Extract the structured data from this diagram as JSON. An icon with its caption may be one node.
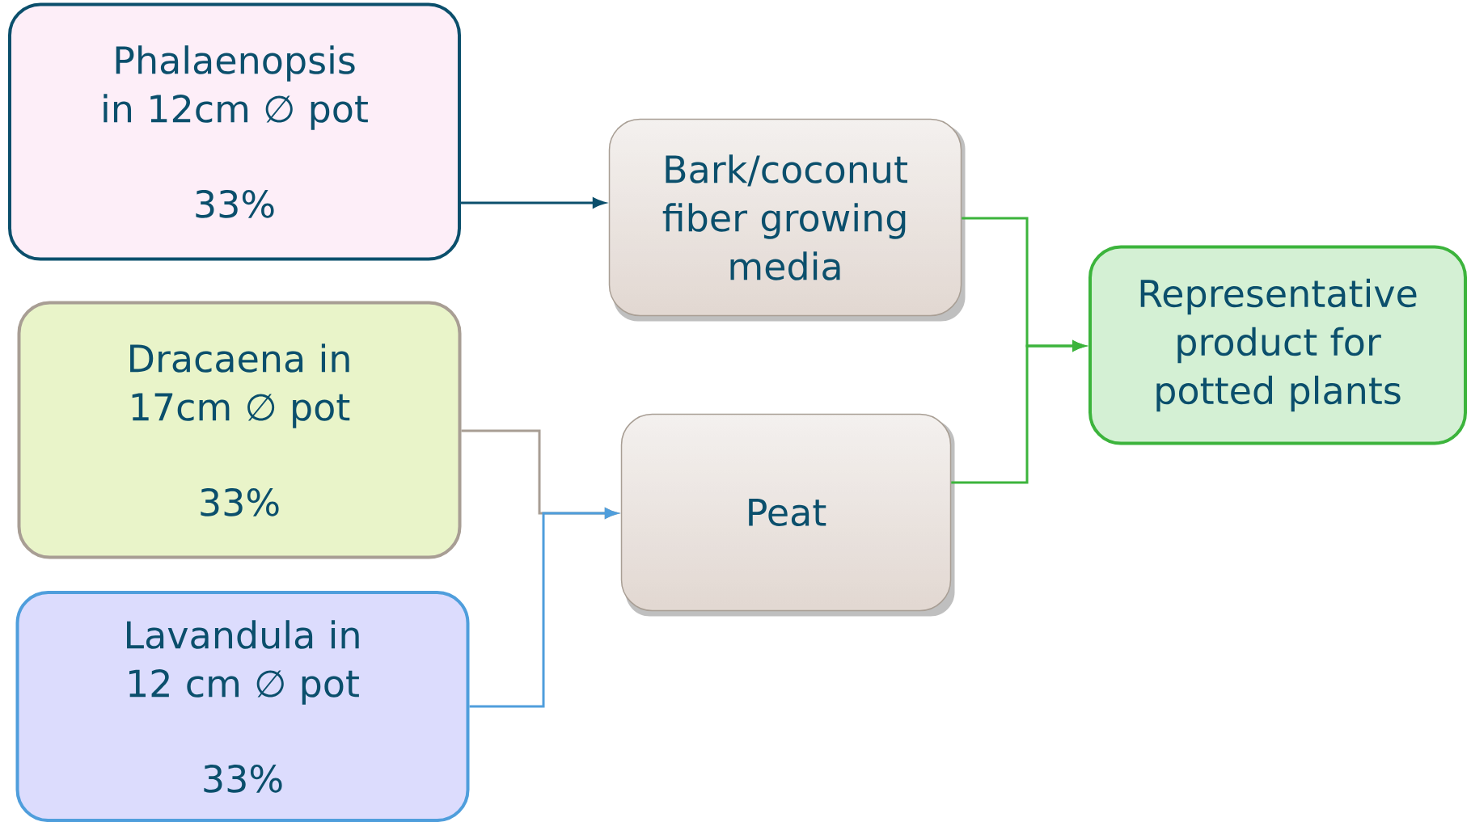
{
  "diagram": {
    "nodes": [
      {
        "text": [
          "Phalaenopsis in 12cm ∅ pot",
          "33%"
        ]
      },
      {
        "text": [
          "Dracaena in 17cm ∅ pot",
          "33%"
        ]
      },
      {
        "text": [
          "Lavandula in 12 cm ∅ pot",
          "33%"
        ]
      },
      {
        "text": [
          "Bark/coconut fiber growing media"
        ]
      },
      {
        "text": [
          "Peat"
        ]
      },
      {
        "text": [
          "Representative product for potted plants"
        ]
      }
    ],
    "edges": [
      {
        "from": 0,
        "to": 3,
        "arrow": "to",
        "color": "#0b4f6c"
      },
      {
        "from": 1,
        "to": 4,
        "arrow": "to",
        "color": "#a89e94"
      },
      {
        "from": 2,
        "to": 4,
        "arrow": "to",
        "color": "#4f9edc"
      },
      {
        "from": 3,
        "to": 5,
        "arrow": "to"
      },
      {
        "from": 4,
        "to": 5,
        "arrow": "to"
      }
    ]
  }
}
